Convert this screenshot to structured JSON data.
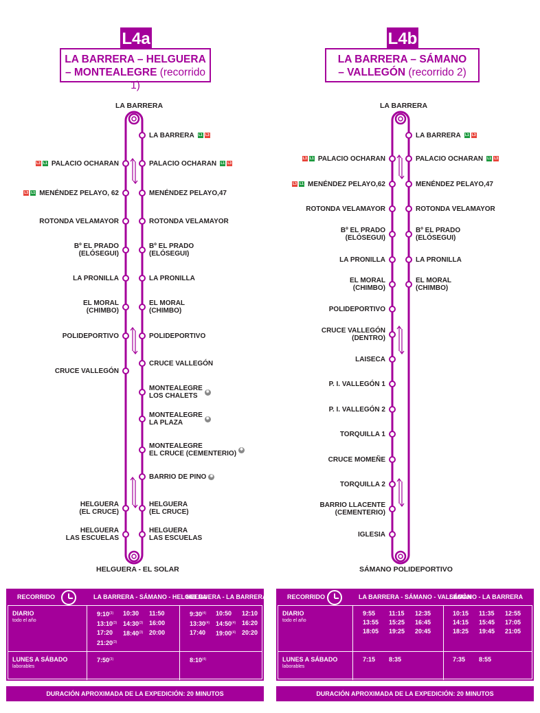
{
  "routes": [
    {
      "code": "L4a",
      "title_main": "LA BARRERA – HELGUERA",
      "title_main2": "– MONTEALEGRE",
      "title_sub": "(recorrido 1)",
      "start_terminal": "LA BARRERA",
      "end_terminal": "HELGUERA - EL SOLAR",
      "left_stops": [
        {
          "name": "PALACIO OCHARAN",
          "badges": [
            "L3",
            "L1"
          ]
        },
        {
          "name": "MENÉNDEZ PELAYO, 62",
          "badges": [
            "L3",
            "L1"
          ]
        },
        {
          "name": "ROTONDA VELAMAYOR",
          "badges": []
        },
        {
          "name": "Bº EL PRADO\n(ELÓSEGUI)",
          "badges": []
        },
        {
          "name": "LA PRONILLA",
          "badges": []
        },
        {
          "name": "EL MORAL\n(CHIMBO)",
          "badges": []
        },
        {
          "name": "POLIDEPORTIVO",
          "badges": []
        },
        {
          "name": "CRUCE VALLEGÓN",
          "badges": []
        },
        {
          "name": "HELGUERA\n(EL CRUCE)",
          "badges": []
        },
        {
          "name": "HELGUERA\nLAS ESCUELAS",
          "badges": []
        }
      ],
      "right_stops": [
        {
          "name": "LA BARRERA",
          "badges": [
            "L1",
            "L3"
          ]
        },
        {
          "name": "PALACIO OCHARAN",
          "badges": [
            "L1",
            "L3"
          ]
        },
        {
          "name": "MENÉNDEZ PELAYO,47",
          "badges": []
        },
        {
          "name": "ROTONDA VELAMAYOR",
          "badges": []
        },
        {
          "name": "Bº EL PRADO\n(ELÓSEGUI)",
          "badges": []
        },
        {
          "name": "LA PRONILLA",
          "badges": []
        },
        {
          "name": "EL MORAL\n(CHIMBO)",
          "badges": []
        },
        {
          "name": "POLIDEPORTIVO",
          "badges": []
        },
        {
          "name": "CRUCE VALLEGÓN",
          "badges": []
        },
        {
          "name": "MONTEALEGRE\nLOS CHALETS",
          "badges": [],
          "star": true
        },
        {
          "name": "MONTEALEGRE\nLA PLAZA",
          "badges": [],
          "star": true
        },
        {
          "name": "MONTEALEGRE\nEL CRUCE (CEMENTERIO)",
          "badges": [],
          "star": true
        },
        {
          "name": "BARRIO DE PINO",
          "badges": [],
          "star": true
        },
        {
          "name": "HELGUERA\n(EL CRUCE)",
          "badges": []
        },
        {
          "name": "HELGUERA\nLAS ESCUELAS",
          "badges": []
        }
      ],
      "schedule": {
        "header_recorrido": "RECORRIDO",
        "header_dir1": "LA BARRERA - SÁMANO - HELGUERA",
        "header_dir2": "HELGUERA - LA BARRERA",
        "row1_label": "DIARIO",
        "row1_note": "todo el año",
        "row1_dir1": [
          "9:10",
          "10:30",
          "11:50",
          "13:10",
          "14:30",
          "16:00",
          "17:20",
          "18:40",
          "20:00",
          "21:20"
        ],
        "row1_dir1_notes": [
          "(3)",
          "",
          "",
          "(3)",
          "(3)",
          "",
          "",
          "(3)",
          "",
          "(3)"
        ],
        "row1_dir2": [
          "9:30",
          "10:50",
          "12:10",
          "13:30",
          "14:50",
          "16:20",
          "17:40",
          "19:00",
          "20:20"
        ],
        "row1_dir2_notes": [
          "(4)",
          "",
          "",
          "(4)",
          "(4)",
          "",
          "",
          "(4)",
          ""
        ],
        "row2_label": "LUNES A SÁBADO",
        "row2_note": "laborables",
        "row2_dir1": [
          "7:50"
        ],
        "row2_dir1_notes": [
          "(3)"
        ],
        "row2_dir2": [
          "8:10"
        ],
        "row2_dir2_notes": [
          "(4)"
        ]
      },
      "duration": "DURACIÓN APROXIMADA DE LA EXPEDICIÓN:  20 MINUTOS"
    },
    {
      "code": "L4b",
      "title_main": "LA BARRERA – SÁMANO",
      "title_main2": "– VALLEGÓN",
      "title_sub": "(recorrido 2)",
      "start_terminal": "LA BARRERA",
      "end_terminal": "SÁMANO POLIDEPORTIVO",
      "left_stops": [
        {
          "name": "PALACIO OCHARAN",
          "badges": [
            "L3",
            "L1"
          ]
        },
        {
          "name": "MENÉNDEZ PELAYO,62",
          "badges": [
            "L3",
            "L1"
          ]
        },
        {
          "name": "ROTONDA VELAMAYOR",
          "badges": []
        },
        {
          "name": "Bº EL PRADO\n(ELÓSEGUI)",
          "badges": []
        },
        {
          "name": "LA PRONILLA",
          "badges": []
        },
        {
          "name": "EL MORAL\n(CHIMBO)",
          "badges": []
        },
        {
          "name": "POLIDEPORTIVO",
          "badges": []
        },
        {
          "name": "CRUCE VALLEGÓN\n(DENTRO)",
          "badges": []
        },
        {
          "name": "LAISECA",
          "badges": []
        },
        {
          "name": "P. I. VALLEGÓN 1",
          "badges": []
        },
        {
          "name": "P. I. VALLEGÓN 2",
          "badges": []
        },
        {
          "name": "TORQUILLA 1",
          "badges": []
        },
        {
          "name": "CRUCE MOMEÑE",
          "badges": []
        },
        {
          "name": "TORQUILLA 2",
          "badges": []
        },
        {
          "name": "BARRIO LLACENTE\n(CEMENTERIO)",
          "badges": []
        },
        {
          "name": "IGLESIA",
          "badges": []
        }
      ],
      "right_stops": [
        {
          "name": "LA BARRERA",
          "badges": [
            "L1",
            "L3"
          ]
        },
        {
          "name": "PALACIO OCHARAN",
          "badges": [
            "L1",
            "L3"
          ]
        },
        {
          "name": "MENÉNDEZ PELAYO,47",
          "badges": []
        },
        {
          "name": "ROTONDA VELAMAYOR",
          "badges": []
        },
        {
          "name": "Bº EL PRADO\n(ELÓSEGUI)",
          "badges": []
        },
        {
          "name": "LA PRONILLA",
          "badges": []
        },
        {
          "name": "EL MORAL\n(CHIMBO)",
          "badges": []
        }
      ],
      "schedule": {
        "header_recorrido": "RECORRIDO",
        "header_dir1": "LA BARRERA - SÁMANO - VALLEGÓN",
        "header_dir2": "SÁMANO - LA BARRERA",
        "row1_label": "DIARIO",
        "row1_note": "todo el año",
        "row1_dir1": [
          "9:55",
          "11:15",
          "12:35",
          "13:55",
          "15:25",
          "16:45",
          "18:05",
          "19:25",
          "20:45"
        ],
        "row1_dir1_notes": [
          "",
          "",
          "",
          "",
          "",
          "",
          "",
          "",
          ""
        ],
        "row1_dir2": [
          "10:15",
          "11:35",
          "12:55",
          "14:15",
          "15:45",
          "17:05",
          "18:25",
          "19:45",
          "21:05"
        ],
        "row1_dir2_notes": [
          "",
          "",
          "",
          "",
          "",
          "",
          "",
          "",
          ""
        ],
        "row2_label": "LUNES A SÁBADO",
        "row2_note": "laborables",
        "row2_dir1": [
          "7:15",
          "8:35"
        ],
        "row2_dir1_notes": [
          "",
          ""
        ],
        "row2_dir2": [
          "7:35",
          "8:55"
        ],
        "row2_dir2_notes": [
          "",
          ""
        ]
      },
      "duration": "DURACIÓN APROXIMADA DE LA EXPEDICIÓN:  20 MINUTOS"
    }
  ],
  "colors": {
    "accent": "#a4009a",
    "badge_l3": "#e8443a",
    "badge_l1": "#1d9a3f"
  }
}
